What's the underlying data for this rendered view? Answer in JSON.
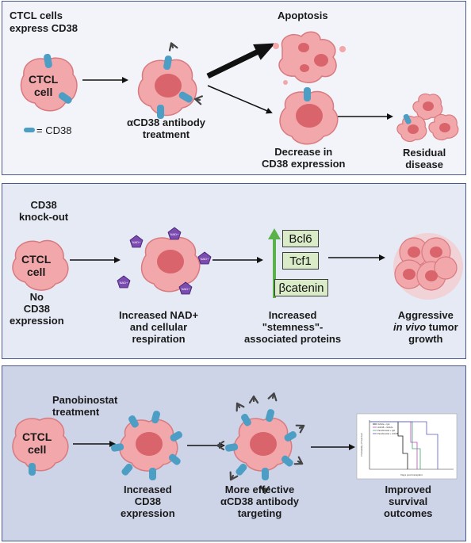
{
  "panel1": {
    "ctcl_cells_express": "CTCL cells\nexpress CD38",
    "cell_label": "CTCL\ncell",
    "legend_text": "= CD38",
    "antibody_treatment": "αCD38 antibody\ntreatment",
    "apoptosis": "Apoptosis",
    "decrease": "Decrease in\nCD38 expression",
    "residual": "Residual\ndisease"
  },
  "panel2": {
    "knockout": "CD38\nknock-out",
    "cell_label": "CTCL\ncell",
    "no_expression": "No\nCD38\nexpression",
    "nad_tag": "NAD+",
    "increased_nad": "Increased NAD+\nand cellular\nrespiration",
    "genes": [
      "Bcl6",
      "Tcf1",
      "βcatenin"
    ],
    "stemness": "Increased\n\"stemness\"-\nassociated proteins",
    "aggressive_line1": "Aggressive",
    "aggressive_italic": "in vivo",
    "aggressive_rest": " tumor",
    "aggressive_line3": "growth"
  },
  "panel3": {
    "panobinostat": "Panobinostat\ntreatment",
    "cell_label": "CTCL\ncell",
    "increased_cd38": "Increased\nCD38\nexpression",
    "more_effective": "More effective\nαCD38 antibody\ntargeting",
    "improved": "Improved\nsurvival\noutcomes",
    "km_ylabel": "Probability of Survival",
    "km_xlabel": "Days post transplant",
    "km_legend": [
      "Vehicle + IgG",
      "αCD38 + Vehicle",
      "Panobinostat + IgG",
      "Panobinostat + αCD38"
    ]
  },
  "colors": {
    "cell": "#f2a7aa",
    "cell_edge": "#d87a80",
    "nucleus": "#d9646c",
    "cd38": "#4d9ec4",
    "antibody": "#444444",
    "nad": "#7b4bb0",
    "up_arrow": "#5bb24a"
  }
}
